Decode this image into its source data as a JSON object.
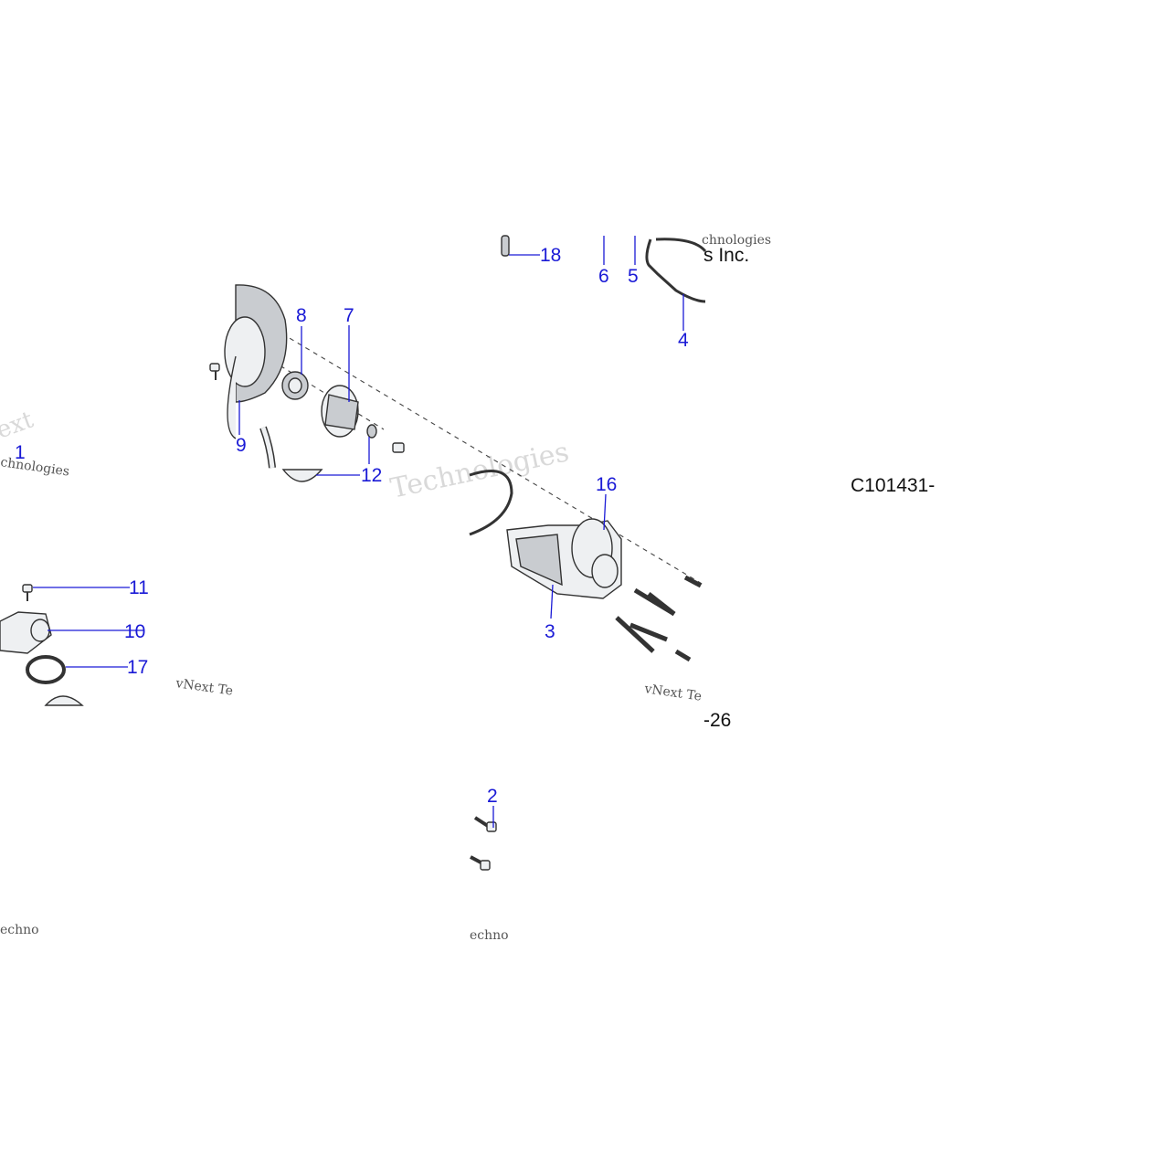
{
  "diagram_id": "C101431-",
  "fragment_text": {
    "company": "s Inc.",
    "page_ref": "-26"
  },
  "watermark_fragments": [
    "ext",
    "Technologies",
    "chnologies",
    "vNext Te",
    "vNext Te",
    "echno",
    "echno",
    "chnologies"
  ],
  "callouts": [
    {
      "label": "1"
    },
    {
      "label": "2"
    },
    {
      "label": "3"
    },
    {
      "label": "4"
    },
    {
      "label": "5"
    },
    {
      "label": "6"
    },
    {
      "label": "7"
    },
    {
      "label": "8"
    },
    {
      "label": "9"
    },
    {
      "label": "10"
    },
    {
      "label": "11"
    },
    {
      "label": "12"
    },
    {
      "label": "16"
    },
    {
      "label": "17"
    },
    {
      "label": "18"
    }
  ],
  "colors": {
    "callout": "#1a1ad6",
    "line_art": "#333333",
    "watermark": "#bbbbbb"
  }
}
